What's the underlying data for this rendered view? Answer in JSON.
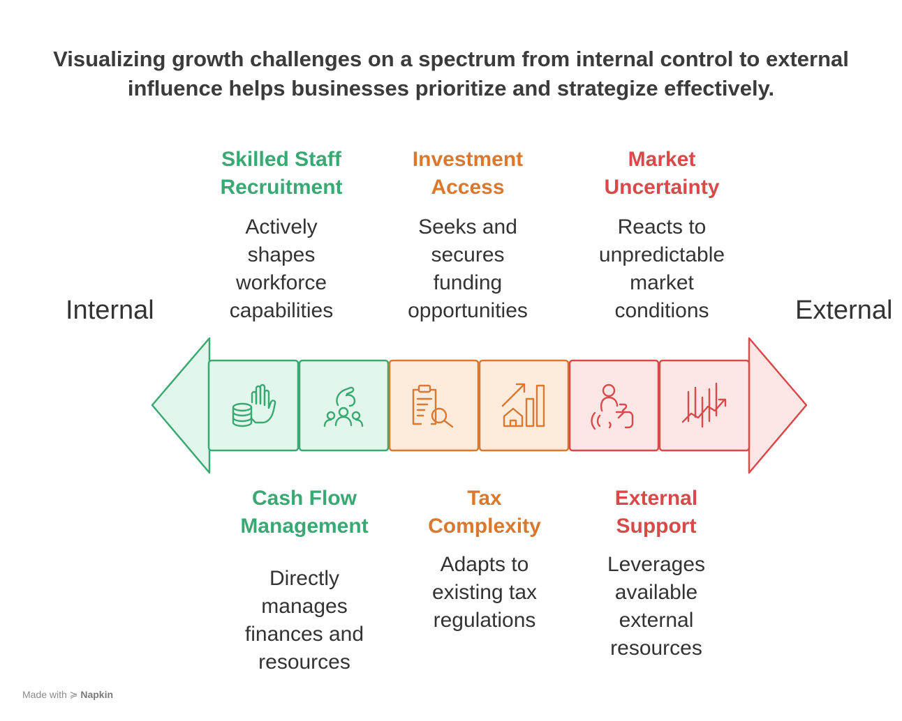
{
  "title": {
    "line1": "Visualizing growth challenges on a spectrum from internal control to external",
    "line2": "influence helps businesses prioritize and strategize effectively."
  },
  "axis": {
    "left": "Internal",
    "right": "External"
  },
  "top_items": [
    {
      "head": [
        "Skilled Staff",
        "Recruitment"
      ],
      "desc": [
        "Actively",
        "shapes",
        "workforce",
        "capabilities"
      ],
      "color": "#3aa873"
    },
    {
      "head": [
        "Investment",
        "Access"
      ],
      "desc": [
        "Seeks and",
        "secures",
        "funding",
        "opportunities"
      ],
      "color": "#d9782e"
    },
    {
      "head": [
        "Market",
        "Uncertainty"
      ],
      "desc": [
        "Reacts to",
        "unpredictable",
        "market",
        "conditions"
      ],
      "color": "#d84a4a"
    }
  ],
  "bottom_items": [
    {
      "head": [
        "Cash Flow",
        "Management"
      ],
      "desc": [
        "Directly",
        "manages",
        "finances and",
        "resources"
      ],
      "color": "#3aa873"
    },
    {
      "head": [
        "Tax",
        "Complexity"
      ],
      "desc": [
        "Adapts to",
        "existing tax",
        "regulations"
      ],
      "color": "#d9782e"
    },
    {
      "head": [
        "External",
        "Support"
      ],
      "desc": [
        "Leverages",
        "available",
        "external",
        "resources"
      ],
      "color": "#d84a4a"
    }
  ],
  "segments": [
    {
      "icon": "coins-hand-icon",
      "color": "#3aa873"
    },
    {
      "icon": "people-hand-icon",
      "color": "#3aa873"
    },
    {
      "icon": "document-search-icon",
      "color": "#d9782e"
    },
    {
      "icon": "growth-chart-house-icon",
      "color": "#d9782e"
    },
    {
      "icon": "person-signal-icon",
      "color": "#d84a4a"
    },
    {
      "icon": "volatile-chart-icon",
      "color": "#d84a4a"
    }
  ],
  "colors": {
    "green_fill": "#e2f6ec",
    "green_stroke": "#3aa873",
    "orange_fill": "#fdebdc",
    "orange_stroke": "#d9782e",
    "red_fill": "#fde6e6",
    "red_stroke": "#d84a4a"
  },
  "footer": {
    "prefix": "Made with",
    "brand": "Napkin"
  }
}
